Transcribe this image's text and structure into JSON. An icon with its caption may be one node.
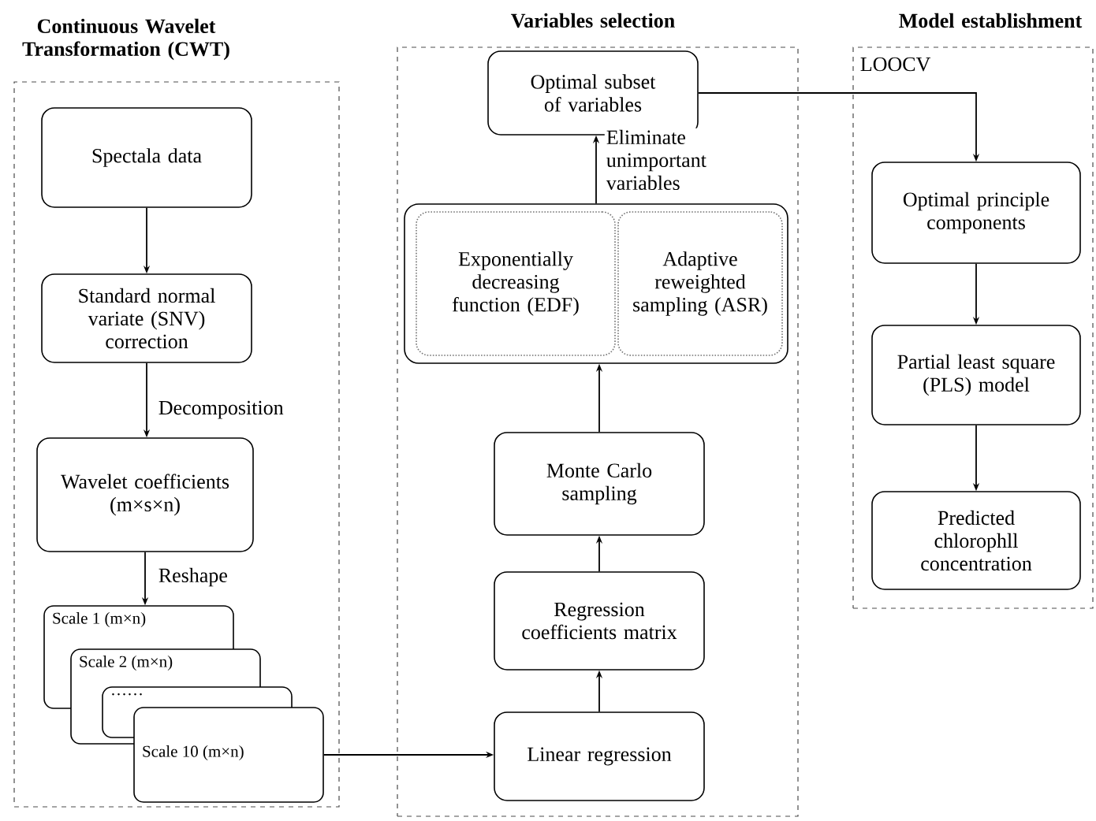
{
  "diagram": {
    "nodes": [
      {
        "text": [
          "Continuous Wavelet Transformation (CWT)"
        ]
      },
      {
        "text": [
          "Spectala data"
        ],
        "in": 0
      },
      {
        "text": [
          "Standard normal variate (SNV) correction"
        ],
        "in": 0
      },
      {
        "text": [
          "Wavelet coefficients (m×s×n)"
        ],
        "in": 0
      },
      {
        "text": [
          "Scale 1 (m×n)"
        ],
        "in": 0
      },
      {
        "text": [
          "Scale 2 (m×n)"
        ],
        "in": 0
      },
      {
        "text": [
          "……"
        ],
        "in": 0
      },
      {
        "text": [
          "Scale 10 (m×n)"
        ],
        "in": 0
      },
      {
        "text": [
          "Variables selection"
        ]
      },
      {
        "text": [
          "Optimal subset of variables"
        ],
        "in": 8
      },
      {
        "text": [],
        "shape": "box",
        "in": 8
      },
      {
        "text": [
          "Exponentially decreasing function (EDF)"
        ],
        "in": 10
      },
      {
        "text": [
          "Adaptive reweighted sampling (ASR)"
        ],
        "in": 10
      },
      {
        "text": [
          "Monte Carlo sampling"
        ],
        "in": 8
      },
      {
        "text": [
          "Regression coefficients matrix"
        ],
        "in": 8
      },
      {
        "text": [
          "Linear regression"
        ],
        "in": 8
      },
      {
        "text": [
          "Model establishment"
        ]
      },
      {
        "text": [
          "Optimal principle components"
        ],
        "in": 16
      },
      {
        "text": [
          "Partial least square (PLS) model"
        ],
        "in": 16
      },
      {
        "text": [
          "Predicted chlorophll concentration"
        ],
        "in": 16
      }
    ],
    "edges": [
      {
        "from": 1,
        "to": 2,
        "arrow": "to"
      },
      {
        "from": 2,
        "to": 3,
        "arrow": "to",
        "label": "Decomposition"
      },
      {
        "from": 3,
        "to": 4,
        "arrow": "to",
        "label": "Reshape"
      },
      {
        "from": 7,
        "to": 15,
        "arrow": "to"
      },
      {
        "from": 15,
        "to": 14,
        "arrow": "to"
      },
      {
        "from": 14,
        "to": 13,
        "arrow": "to"
      },
      {
        "from": 13,
        "to": 10,
        "arrow": "to"
      },
      {
        "from": 10,
        "to": 9,
        "arrow": "to",
        "label": "Eliminate unimportant variables"
      },
      {
        "from": 9,
        "to": 17,
        "arrow": "to",
        "label": "LOOCV"
      },
      {
        "from": 17,
        "to": 18,
        "arrow": "to"
      },
      {
        "from": 18,
        "to": 19,
        "arrow": "to"
      }
    ]
  }
}
